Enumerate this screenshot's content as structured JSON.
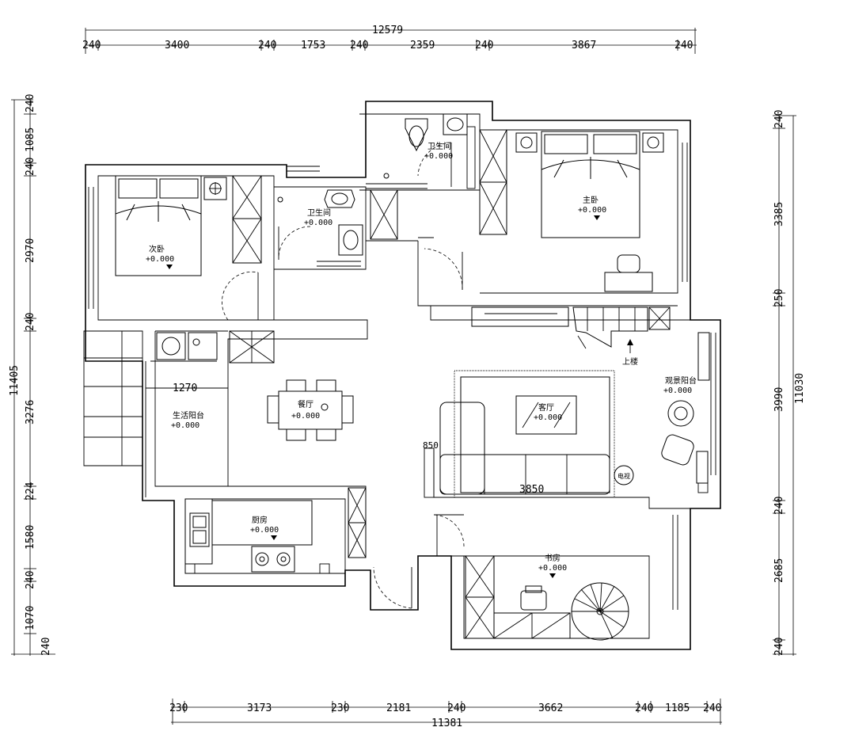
{
  "dims": {
    "top": {
      "total": "12579",
      "segments": [
        "240",
        "3400",
        "240",
        "1753",
        "240",
        "2359",
        "240",
        "3867",
        "240"
      ]
    },
    "bottom": {
      "total": "11381",
      "segments": [
        "230",
        "3173",
        "230",
        "2181",
        "240",
        "3662",
        "240",
        "1185",
        "240"
      ]
    },
    "left": {
      "total": "11405",
      "segments": [
        "240",
        "1085",
        "240",
        "2970",
        "240",
        "3276",
        "224",
        "1580",
        "240",
        "1070",
        "240"
      ]
    },
    "right": {
      "total": "11030",
      "segments": [
        "240",
        "3385",
        "250",
        "3990",
        "240",
        "2685",
        "240"
      ]
    },
    "inner": {
      "kitchen_width": "1270",
      "sofa_length": "3850",
      "small": "850"
    }
  },
  "rooms": {
    "bedroom2": {
      "name": "次卧",
      "level": "+0.000"
    },
    "bath1": {
      "name": "卫生间",
      "level": "+0.000"
    },
    "bath2": {
      "name": "卫生间",
      "level": "+0.000"
    },
    "master": {
      "name": "主卧",
      "level": "+0.000"
    },
    "dining": {
      "name": "餐厅",
      "level": "+0.000"
    },
    "balcony_work": {
      "name": "生活阳台",
      "level": "+0.000"
    },
    "living": {
      "name": "客厅",
      "level": "+0.000"
    },
    "view_balcony": {
      "name": "观景阳台",
      "level": "+0.000"
    },
    "kitchen": {
      "name": "厨房",
      "level": "+0.000"
    },
    "study": {
      "name": "书房",
      "level": "+0.000"
    }
  },
  "labels": {
    "stairs": "上楼",
    "tv": "电视"
  }
}
